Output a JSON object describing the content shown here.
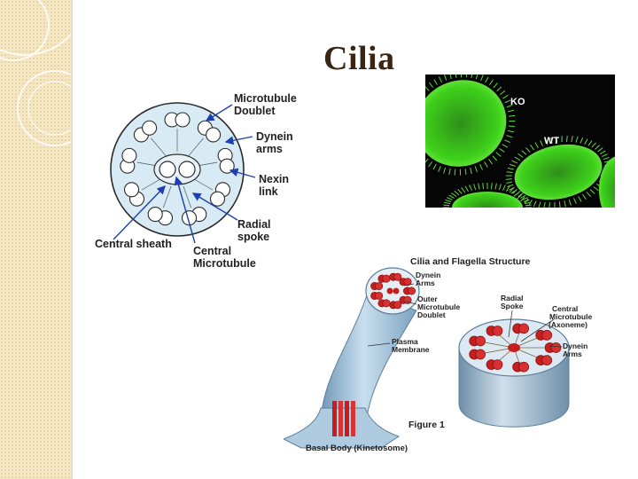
{
  "slide": {
    "title": "Cilia"
  },
  "cross_section_labels": {
    "microtubule_doublet": [
      "Microtubule",
      "Doublet"
    ],
    "dynein_arms": [
      "Dynein",
      "arms"
    ],
    "nexin_link": [
      "Nexin",
      "link"
    ],
    "radial_spoke": [
      "Radial",
      "spoke"
    ],
    "central_sheath": "Central sheath",
    "central_microtubule": [
      "Central",
      "Microtubule"
    ]
  },
  "micrograph": {
    "labels": {
      "ko": "KO",
      "wt": "WT"
    }
  },
  "structure_figure": {
    "heading": "Cilia and Flagella Structure",
    "dynein_arms": [
      "Dynein",
      "Arms"
    ],
    "outer_doublet": [
      "Outer",
      "Microtubule",
      "Doublet"
    ],
    "radial_spoke": [
      "Radial",
      "Spoke"
    ],
    "central_microtubule": [
      "Central",
      "Microtubule",
      "(Axoneme)"
    ],
    "plasma_membrane": [
      "Plasma",
      "Membrane"
    ],
    "dynein_arms_right": [
      "Dynein",
      "Arms"
    ],
    "figure_label": "Figure 1",
    "basal_body": "Basal Body (Kinetosome)"
  },
  "colors": {
    "sidebar": "#f5e6c4",
    "title": "#3a2414",
    "arrow": "#1d3fb0",
    "cross_section_fill": "#d8eaf4",
    "fluorescence": "#3ed11a",
    "doublet_red": "#c41e1e",
    "tube_blue": "#9ec3dd"
  }
}
